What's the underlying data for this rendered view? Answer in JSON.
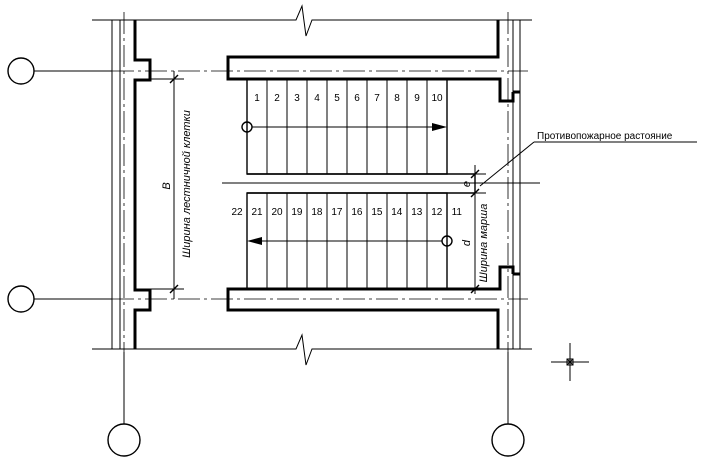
{
  "flight_1_steps": [
    "1",
    "2",
    "3",
    "4",
    "5",
    "6",
    "7",
    "8",
    "9",
    "10"
  ],
  "flight_2_steps": [
    "22",
    "21",
    "20",
    "19",
    "18",
    "17",
    "16",
    "15",
    "14",
    "13",
    "12",
    "11"
  ],
  "labels": {
    "fire_distance": "Противопожарное растояние",
    "stair_width": "Ширина лестничной клетки",
    "stair_width_symbol": "B",
    "flight_width": "Ширина марша",
    "flight_width_symbol": "d",
    "gap_symbol": "e"
  }
}
